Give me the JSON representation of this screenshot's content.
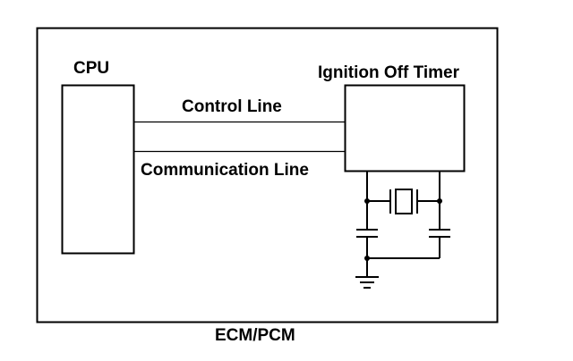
{
  "diagram": {
    "module_label": "ECM/PCM",
    "cpu_label": "CPU",
    "timer_label": "Ignition Off Timer",
    "control_line_label": "Control Line",
    "communication_line_label": "Communication Line"
  },
  "colors": {
    "line": "#000000",
    "background": "#ffffff"
  }
}
